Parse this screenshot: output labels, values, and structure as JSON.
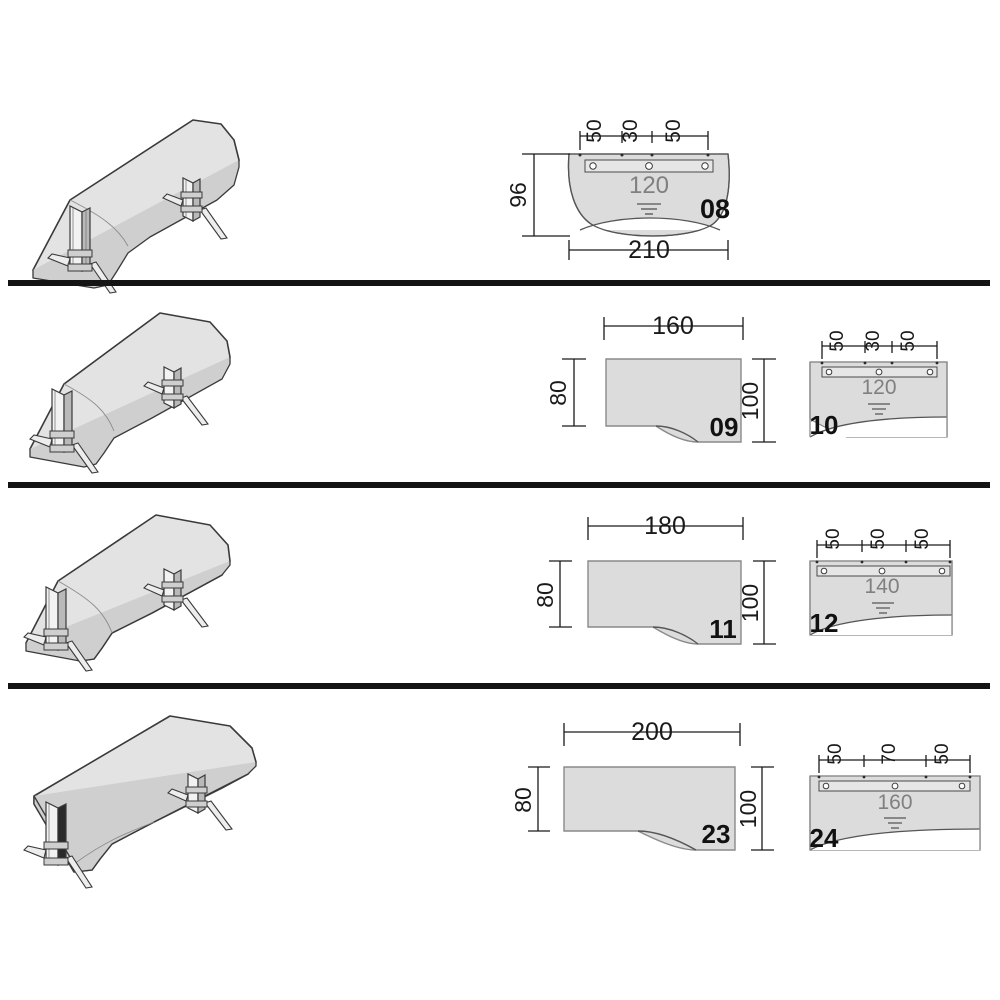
{
  "page": {
    "title": "Desk top shapes and dimensions catalogue sheet",
    "background": "#ffffff",
    "panel_fill": "#dcdcdc",
    "panel_stroke": "#555555",
    "dim_color": "#1a1a1a",
    "inner_label_color": "#808080",
    "divider_color": "#141414"
  },
  "rows": [
    {
      "id": "row-1",
      "perspective": {
        "name": "desk-isometric-08",
        "caption": ""
      },
      "views": [
        {
          "id": "08",
          "kind": "front-panel",
          "number": "08",
          "inner_label": "120",
          "width_dim": "210",
          "height_dim": "96",
          "top_segments": [
            "50",
            "30",
            "50"
          ],
          "hole_count": 3,
          "has_ground_symbol": true
        }
      ]
    },
    {
      "id": "row-2",
      "perspective": {
        "name": "desk-isometric-09",
        "caption": ""
      },
      "views": [
        {
          "id": "09",
          "kind": "top-plan",
          "number": "09",
          "width_dim": "160",
          "left_height_dim": "80",
          "right_height_dim": "100"
        },
        {
          "id": "10",
          "kind": "front-panel",
          "number": "10",
          "inner_label": "120",
          "top_segments": [
            "50",
            "30",
            "50"
          ],
          "hole_count": 3,
          "has_ground_symbol": true
        }
      ]
    },
    {
      "id": "row-3",
      "perspective": {
        "name": "desk-isometric-11",
        "caption": ""
      },
      "views": [
        {
          "id": "11",
          "kind": "top-plan",
          "number": "11",
          "width_dim": "180",
          "left_height_dim": "80",
          "right_height_dim": "100"
        },
        {
          "id": "12",
          "kind": "front-panel",
          "number": "12",
          "inner_label": "140",
          "top_segments": [
            "50",
            "50",
            "50"
          ],
          "hole_count": 3,
          "has_ground_symbol": true
        }
      ]
    },
    {
      "id": "row-4",
      "perspective": {
        "name": "desk-isometric-23",
        "caption": ""
      },
      "views": [
        {
          "id": "23",
          "kind": "top-plan",
          "number": "23",
          "width_dim": "200",
          "left_height_dim": "80",
          "right_height_dim": "100"
        },
        {
          "id": "24",
          "kind": "front-panel",
          "number": "24",
          "inner_label": "160",
          "top_segments": [
            "50",
            "70",
            "50"
          ],
          "hole_count": 3,
          "has_ground_symbol": true
        }
      ]
    }
  ],
  "dividers_y": [
    283,
    485,
    686
  ]
}
